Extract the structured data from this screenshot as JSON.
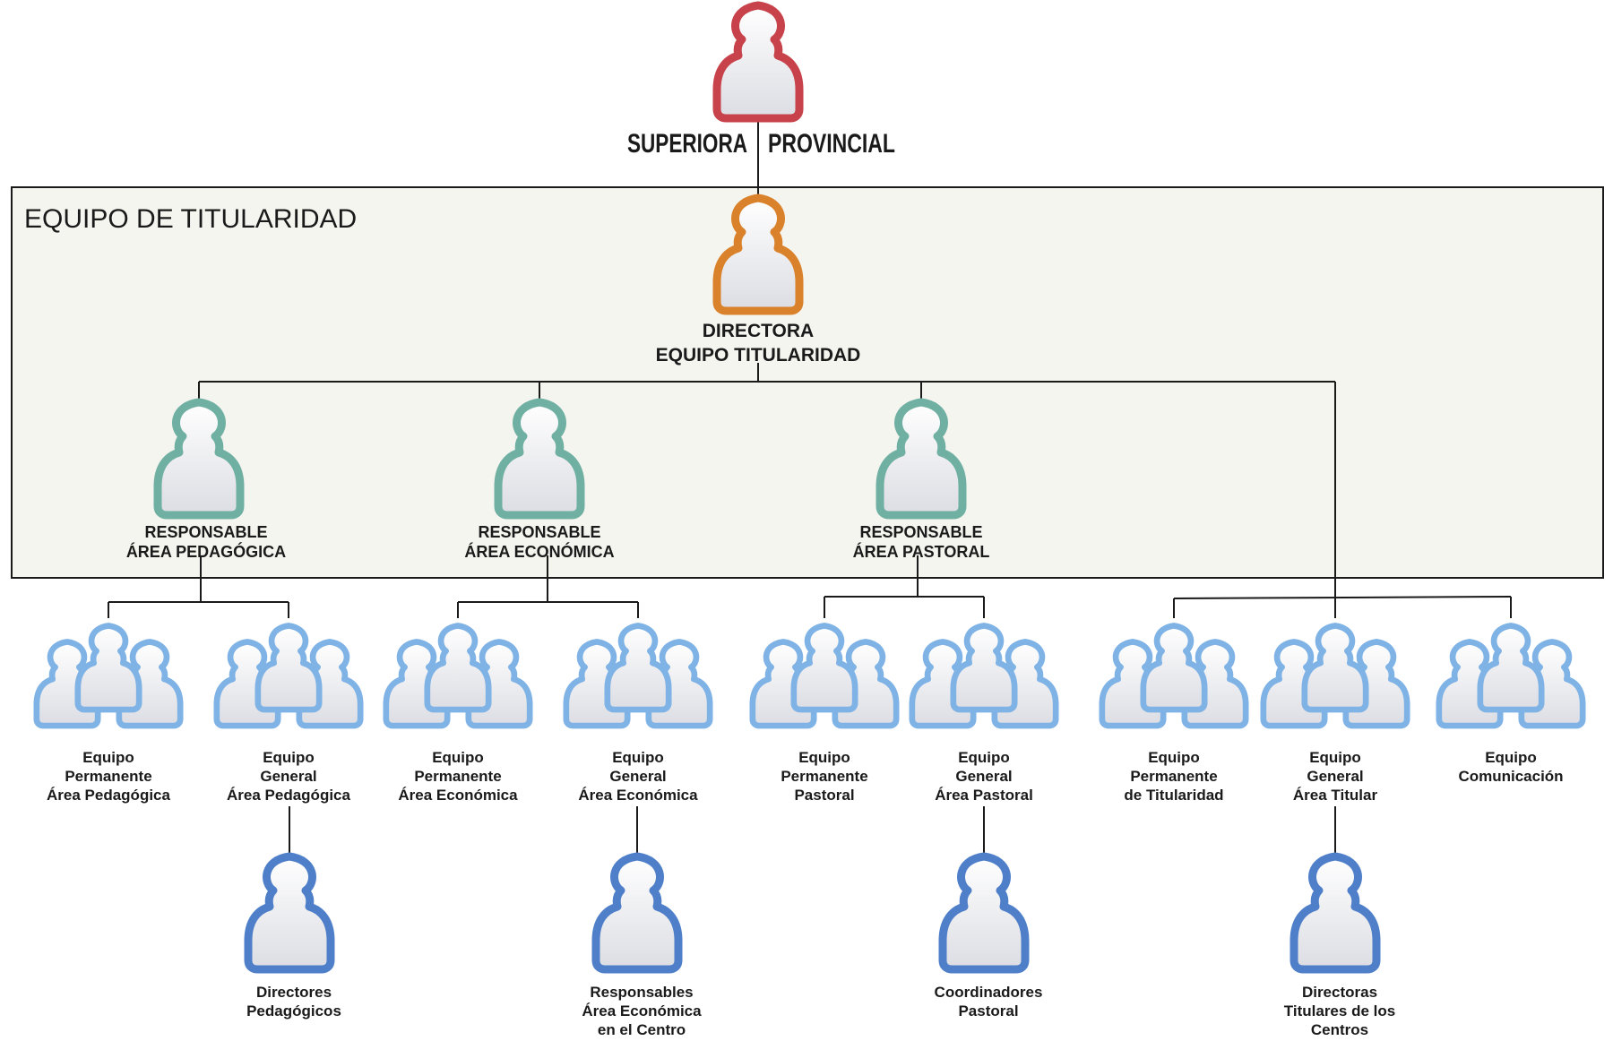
{
  "top": {
    "title_left": "SUPERIORA",
    "title_right": "PROVINCIAL",
    "color": "#c7424a"
  },
  "box": {
    "title": "EQUIPO DE TITULARIDAD",
    "background": "#f5f5f0"
  },
  "director": {
    "line1": "DIRECTORA",
    "line2": "EQUIPO TITULARIDAD",
    "color": "#d9822b"
  },
  "responsables": [
    {
      "line1": "RESPONSABLE",
      "line2": "ÁREA PEDAGÓGICA"
    },
    {
      "line1": "RESPONSABLE",
      "line2": "ÁREA ECONÓMICA"
    },
    {
      "line1": "RESPONSABLE",
      "line2": "ÁREA PASTORAL"
    }
  ],
  "responsable_color": "#6fb0a3",
  "teams": [
    {
      "lines": [
        "Equipo",
        "Permanente",
        "Área Pedagógica"
      ]
    },
    {
      "lines": [
        "Equipo",
        "General",
        "Área Pedagógica"
      ]
    },
    {
      "lines": [
        "Equipo",
        "Permanente",
        "Área Económica"
      ]
    },
    {
      "lines": [
        "Equipo",
        "General",
        "Área Económica"
      ]
    },
    {
      "lines": [
        "Equipo",
        "Permanente",
        "Pastoral"
      ]
    },
    {
      "lines": [
        "Equipo",
        "General",
        "Área Pastoral"
      ]
    },
    {
      "lines": [
        "Equipo",
        "Permanente",
        "de Titularidad"
      ]
    },
    {
      "lines": [
        "Equipo",
        "General",
        "Área Titular"
      ]
    },
    {
      "lines": [
        "Equipo",
        "Comunicación"
      ]
    }
  ],
  "team_color": "#7fb2e5",
  "leaves": [
    {
      "lines": [
        "Directores",
        "Pedagógicos"
      ]
    },
    {
      "lines": [
        "Responsables",
        "Área Económica",
        "en el Centro"
      ]
    },
    {
      "lines": [
        "Coordinadores",
        "Pastoral"
      ]
    },
    {
      "lines": [
        "Directoras",
        "Titulares de los",
        "Centros"
      ]
    }
  ],
  "leaf_color": "#4f7fc9",
  "icons": {
    "person": "person-icon",
    "group": "group-icon"
  }
}
